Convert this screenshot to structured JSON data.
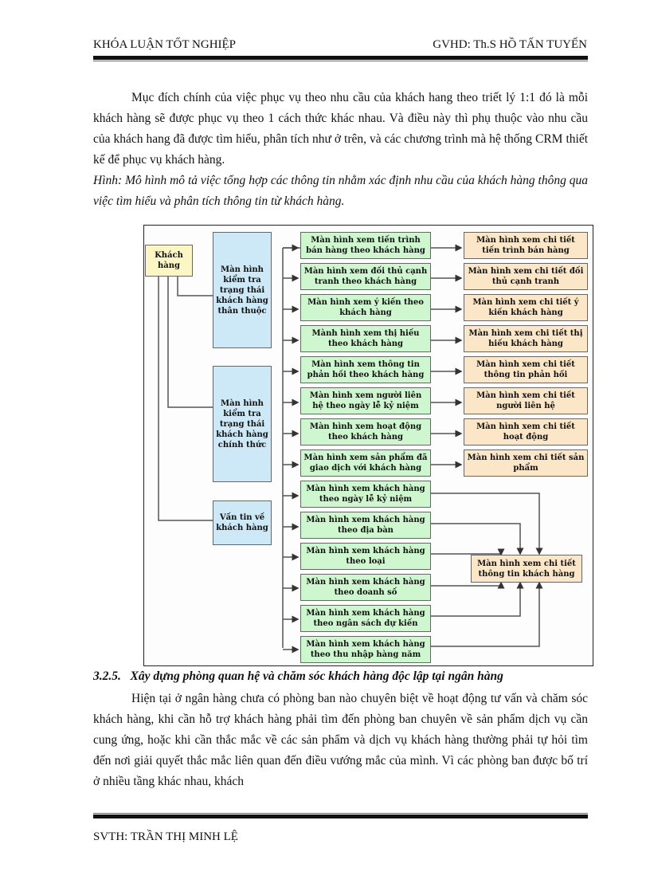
{
  "header": {
    "left": "KHÓA LUẬN TỐT NGHIỆP",
    "right": "GVHD: Th.S HỒ TẤN TUYẾN"
  },
  "intro_paragraph": "Mục đích chính của việc phục vụ theo nhu cầu của khách hang theo triết lý 1:1 đó là mỗi khách hàng sẽ được phục vụ theo 1 cách thức khác nhau. Và điều này thì phụ thuộc vào nhu cầu của khách hang đã được tìm hiểu, phân tích như ở trên, và các chương trình mà hệ thống CRM thiết kế để phục vụ khách hàng.",
  "figure_caption": "Hình: Mô hình mô tả việc tổng hợp các thông tin nhằm xác định nhu cầu của khách hàng thông qua việc tìm hiểu và phân tích thông tin từ khách hàng.",
  "diagram": {
    "root": "Khách hàng",
    "level1": [
      "Màn hình kiểm tra trạng thái khách hàng thân thuộc",
      "Màn hình kiểm tra trạng thái khách hàng chính thức",
      "Vấn tin về khách hàng"
    ],
    "level2": [
      "Màn hình xem tiến trình bán hàng theo khách hàng",
      "Màn hình xem đối thủ cạnh tranh theo khách hàng",
      "Màn hình xem ý kiến theo khách hàng",
      "Mành hình xem thị hiếu theo khách hàng",
      "Màn hình xem thông tin phản hồi theo khách hàng",
      "Màn hình xem người liên hệ theo ngày lễ kỷ niệm",
      "Màn hình xem hoạt động theo khách hàng",
      "Màn hình xem sản phẩm đã giao dịch với khách hàng",
      "Màn hình xem khách hàng theo ngày lễ kỷ niệm",
      "Màn hình xem khách hàng theo địa bàn",
      "Màn hình xem khách hàng theo loại",
      "Màn hình xem khách hàng theo doanh số",
      "Màn hình xem khách hàng theo ngân sách dự kiến",
      "Màn hình xem khách hàng theo thu nhập hàng năm"
    ],
    "level3": [
      "Màn hình xem chi tiết tiến trình bán hàng",
      "Màn hình xem chi tiết đối thủ cạnh tranh",
      "Màn hình xem chi tiết ý kiến khách hàng",
      "Màn hình xem chi tiết thị hiếu khách hàng",
      "Màn hình xem chi tiết thông tin phản hồi",
      "Màn hình xem chi tiết người liên hệ",
      "Màn hình xem chi tiết hoạt động",
      "Màn hình xem chi tiết sản phẩm",
      "Màn hình xem chi tiết thông tin khách hàng"
    ],
    "colors": {
      "root": "#fbf6c4",
      "level1": "#cde8f6",
      "level2": "#cff7cf",
      "level3": "#fbe6c8"
    }
  },
  "section_heading": "3.2.5.   Xây dựng phòng quan hệ và chăm sóc khách hàng độc lập tại ngân hàng",
  "body_paragraph": "Hiện tại ở ngân hàng chưa có phòng ban nào chuyên biệt về hoạt động tư vấn và chăm sóc khách hàng, khi cần hỗ trợ khách hàng phải tìm đến phòng ban chuyên về sản phẩm dịch vụ cần cung ứng, hoặc khi cần thắc mắc về các sản phẩm và dịch vụ khách hàng thường phải tự hỏi tìm đến nơi giải quyết thắc mắc liên quan đến điều vướng mắc của mình. Vì các phòng ban được bố trí ở nhiều tầng khác nhau, khách",
  "footer": {
    "left": "SVTH: TRẦN THỊ MINH LỆ"
  }
}
